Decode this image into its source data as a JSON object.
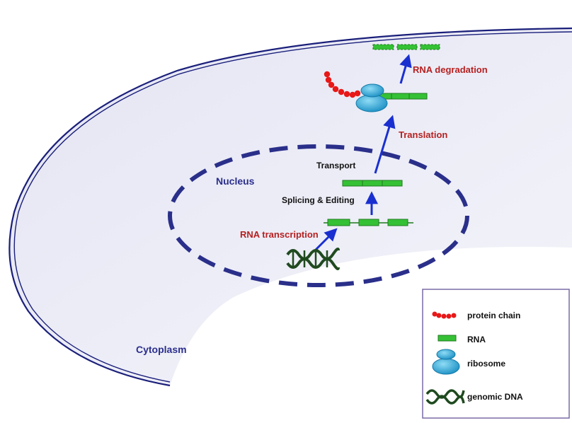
{
  "labels": {
    "nucleus": "Nucleus",
    "cytoplasm": "Cytoplasm",
    "transport": "Transport",
    "splicing": "Splicing & Editing",
    "transcription": "RNA transcription",
    "translation": "Translation",
    "degradation": "RNA degradation"
  },
  "legend": {
    "items": [
      {
        "icon": "protein-chain-icon",
        "label": "protein chain"
      },
      {
        "icon": "rna-icon",
        "label": "RNA"
      },
      {
        "icon": "ribosome-icon",
        "label": "ribosome"
      },
      {
        "icon": "genomic-dna-icon",
        "label": "genomic DNA"
      }
    ]
  },
  "colors": {
    "membrane": "#1a1f7a",
    "cell_fill": "#ecedf7",
    "nucleus_border": "#2a2f8a",
    "nucleus_label": "#2b2f8c",
    "arrow": "#1a2fd0",
    "red_label": "#b52020",
    "rna": "#35c135",
    "protein": "#e81818",
    "ribosome": "#2aa6d8",
    "dna": "#1f4a1f",
    "legend_border": "#7a6aa6"
  }
}
